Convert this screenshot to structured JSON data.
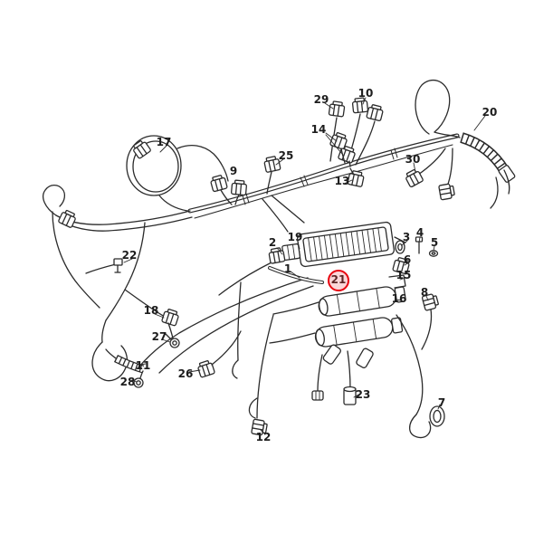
{
  "diagram": {
    "kind": "parts-diagram",
    "description": "engine wiring harness exploded-parts line drawing",
    "background_color": "#ffffff",
    "line_color": "#2b2b2b",
    "highlight_color": "#e8000d",
    "selected_callout": "21",
    "callouts": [
      {
        "label": "1"
      },
      {
        "label": "2"
      },
      {
        "label": "3"
      },
      {
        "label": "4"
      },
      {
        "label": "5"
      },
      {
        "label": "6"
      },
      {
        "label": "7"
      },
      {
        "label": "8"
      },
      {
        "label": "9"
      },
      {
        "label": "10"
      },
      {
        "label": "11"
      },
      {
        "label": "12"
      },
      {
        "label": "13"
      },
      {
        "label": "14"
      },
      {
        "label": "15"
      },
      {
        "label": "16"
      },
      {
        "label": "17"
      },
      {
        "label": "18"
      },
      {
        "label": "19"
      },
      {
        "label": "20"
      },
      {
        "label": "21",
        "highlighted": true
      },
      {
        "label": "22"
      },
      {
        "label": "23"
      },
      {
        "label": "25"
      },
      {
        "label": "26"
      },
      {
        "label": "27"
      },
      {
        "label": "28"
      },
      {
        "label": "29"
      },
      {
        "label": "30"
      }
    ]
  }
}
